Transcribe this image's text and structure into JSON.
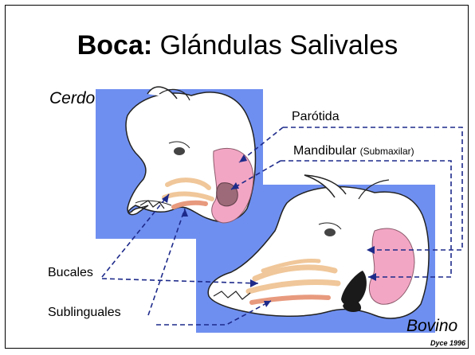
{
  "slide": {
    "title_bold": "Boca:",
    "title_rest": " Glándulas Salivales",
    "credit": "Dyce 1996"
  },
  "species": {
    "pig": "Cerdo",
    "cow": "Bovino"
  },
  "glands": {
    "parotid": "Parótida",
    "mandibular": "Mandibular",
    "mandibular_alt": "(Submaxilar)",
    "buccal": "Bucales",
    "sublingual": "Sublinguales"
  },
  "colors": {
    "background_panel": "#6f8ff0",
    "parotid": "#f3a6c4",
    "mandibular": "#9c6a78",
    "buccal_sublingual": "#f0c79a",
    "leader_line": "#1d2a8a"
  }
}
